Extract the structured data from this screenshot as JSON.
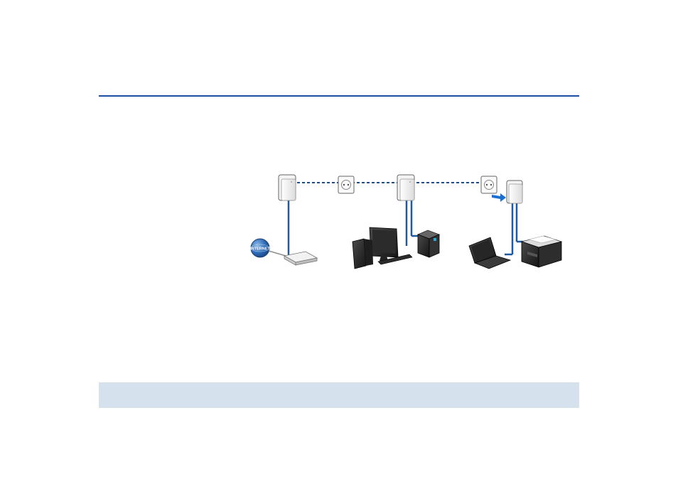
{
  "page": {
    "colors": {
      "rule": "#1a4fa3",
      "cable": "#1d5aa0",
      "band": "#d5e2ee",
      "arrow": "#1a6fd0"
    }
  },
  "diagram": {
    "globe_label": "INTERNET",
    "nodes": [
      {
        "name": "powerline-adapter-1",
        "icon": "powerline-adapter-icon"
      },
      {
        "name": "wall-socket-1",
        "icon": "wall-socket-icon"
      },
      {
        "name": "powerline-adapter-2",
        "icon": "powerline-adapter-icon"
      },
      {
        "name": "wall-socket-2",
        "icon": "wall-socket-icon"
      },
      {
        "name": "powerline-adapter-3",
        "icon": "powerline-adapter-icon"
      },
      {
        "name": "internet-globe",
        "icon": "globe-icon"
      },
      {
        "name": "router",
        "icon": "router-icon"
      },
      {
        "name": "desktop-computer",
        "icon": "desktop-pc-icon"
      },
      {
        "name": "media-box",
        "icon": "media-box-icon"
      },
      {
        "name": "laptop",
        "icon": "laptop-icon"
      },
      {
        "name": "printer",
        "icon": "printer-icon"
      }
    ]
  }
}
